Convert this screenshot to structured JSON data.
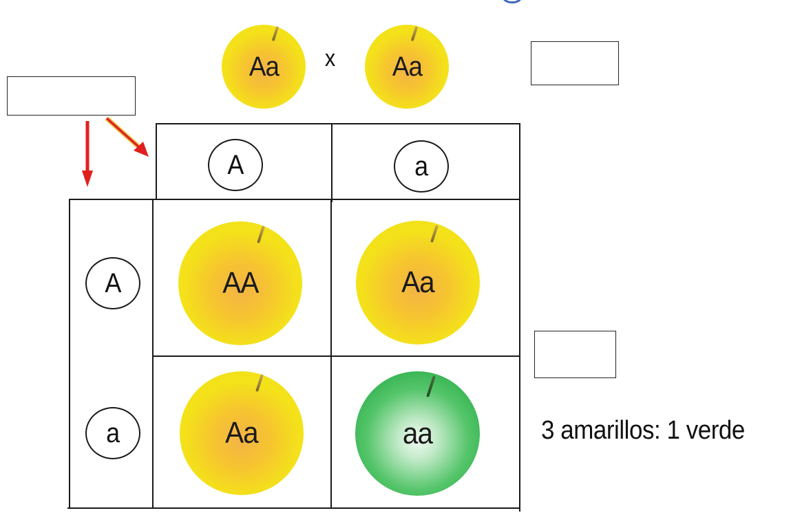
{
  "parents": {
    "left": "Aa",
    "cross_symbol": "x",
    "right": "Aa"
  },
  "gametes": {
    "top": [
      "A",
      "a"
    ],
    "left": [
      "A",
      "a"
    ]
  },
  "offspring": [
    {
      "genotype": "AA",
      "color": "yellow"
    },
    {
      "genotype": "Aa",
      "color": "yellow"
    },
    {
      "genotype": "Aa",
      "color": "yellow"
    },
    {
      "genotype": "aa",
      "color": "green"
    }
  ],
  "ratio_text": "3 amarillos: 1 verde",
  "colors": {
    "yellow_pea": "#f4e11a",
    "green_pea": "#17a33c",
    "arrow_red": "#e0201f",
    "arrow_outline": "#e8c64a"
  }
}
